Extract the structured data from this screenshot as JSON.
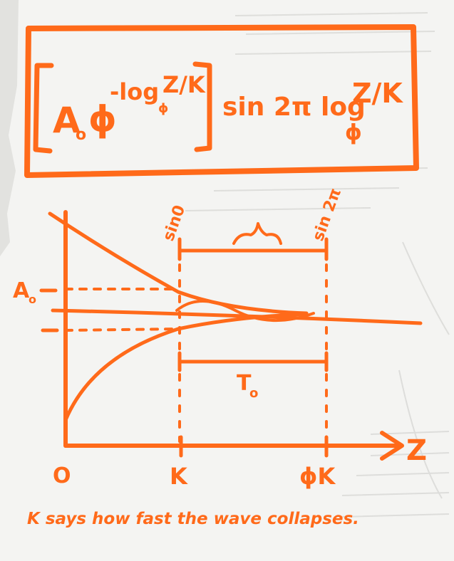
{
  "colors": {
    "ink": "#ff6a1a",
    "paper": "#f4f4f2",
    "bleed": "#c9c9c6"
  },
  "formula": {
    "amplitude": "A",
    "amplitude_sub": "o",
    "base": "ϕ",
    "exponent": "-log",
    "exponent_base": "ϕ",
    "exponent_arg": "Z/K",
    "sine": "sin 2π log",
    "log_base": "ϕ",
    "log_arg": "Z/K"
  },
  "graph": {
    "phase_start_label": "sin0",
    "phase_end_label": "sin 2π",
    "period_label": "T",
    "period_sub": "o",
    "amplitude_label": "A",
    "amplitude_sub": "o",
    "axis_label": "Z",
    "tick_origin": "O",
    "tick_k": "K",
    "tick_phik": "ϕK"
  },
  "caption": "K says how fast the wave collapses."
}
